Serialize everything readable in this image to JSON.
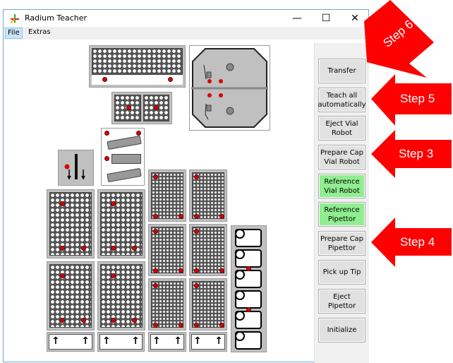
{
  "window": {
    "title": "Radium Teacher",
    "minimize": "—",
    "maximize": "☐",
    "close": "✕"
  },
  "menu": [
    "File",
    "Extras"
  ],
  "buttons": [
    {
      "label": "Transfer",
      "color": "#e1e1e1"
    },
    {
      "label": "Teach all automatically",
      "color": "#e1e1e1"
    },
    {
      "label": "Eject Vial Robot",
      "color": "#e1e1e1"
    },
    {
      "label": "Prepare Cap Vial Robot",
      "color": "#e1e1e1"
    },
    {
      "label": "Reference Vial Robot",
      "color": "#90ee90"
    },
    {
      "label": "Reference Pipettor",
      "color": "#90ee90"
    },
    {
      "label": "Prepare Cap Pipettor",
      "color": "#e1e1e1"
    },
    {
      "label": "Pick up Tip",
      "color": "#e1e1e1"
    },
    {
      "label": "Eject Pipettor",
      "color": "#e1e1e1"
    },
    {
      "label": "Initialize",
      "color": "#e1e1e1"
    }
  ],
  "annotations": {
    "step6": "Step 6",
    "step5": "Step 5",
    "step3": "Step 3",
    "step4": "Step 4",
    "arrow_color": "#ff0000"
  },
  "station_arrow": "↑"
}
